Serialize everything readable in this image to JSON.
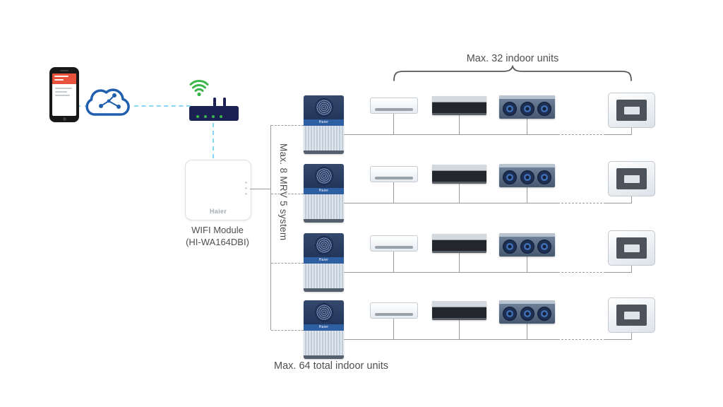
{
  "labels": {
    "max_indoor_per_system": "Max. 32 indoor units",
    "max_systems": "Max. 8 MRV 5 system",
    "max_total_indoor": "Max. 64 total indoor units",
    "wifi_module_line1": "WIFI Module",
    "wifi_module_line2": "(HI-WA164DBI)",
    "module_brand": "Haier",
    "outdoor_unit_brand": "Haier"
  },
  "colors": {
    "cloud_blue": "#1f5fae",
    "dash_blue": "#86d7f8",
    "wifi_green": "#3bb54a",
    "router_navy": "#1b2152",
    "line_gray": "#9b9b9b",
    "text_gray": "#4d4f52",
    "app_red": "#e8523c",
    "outdoor_badge_blue": "#2e5fa3"
  },
  "structure": {
    "mrv_systems_shown": 4,
    "indoor_unit_types": [
      "ceiling-suspended",
      "duct",
      "high-static-duct",
      "cassette"
    ]
  }
}
